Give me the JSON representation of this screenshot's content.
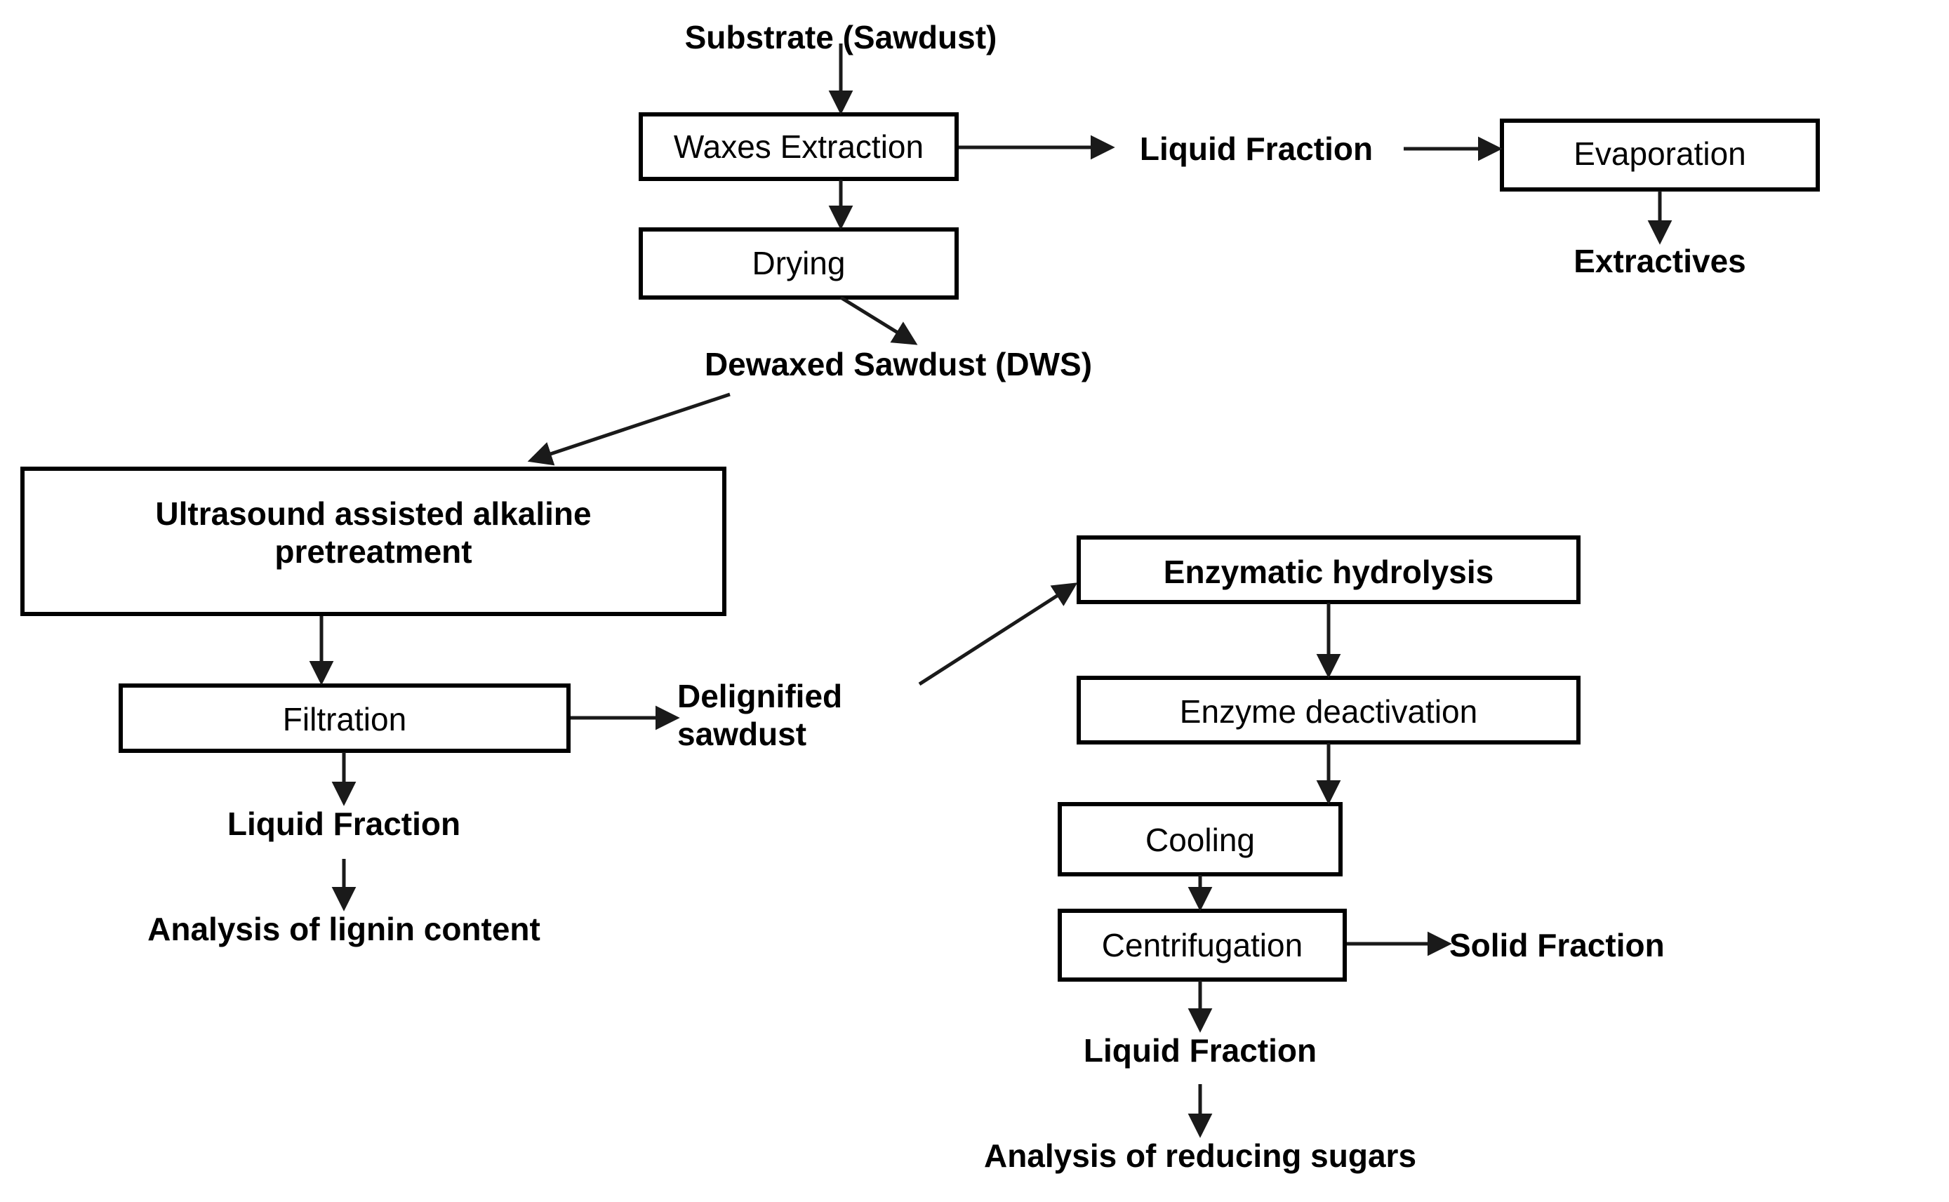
{
  "diagram": {
    "title": "Sawdust biorefinery process flow diagram",
    "background_color": "#ffffff",
    "line_color": "#1a1a1a",
    "box_stroke_color": "#000000",
    "box_fill_color": "#ffffff",
    "text_color": "#000000"
  },
  "nodes": {
    "substrate": {
      "label": "Substrate (Sawdust)",
      "style": "free-bold"
    },
    "waxes_extraction": {
      "label": "Waxes Extraction",
      "style": "box-regular"
    },
    "liquid_fraction_top": {
      "label": "Liquid Fraction",
      "style": "free-bold"
    },
    "evaporation": {
      "label": "Evaporation",
      "style": "box-regular"
    },
    "extractives": {
      "label": "Extractives",
      "style": "free-bold"
    },
    "drying": {
      "label": "Drying",
      "style": "box-regular"
    },
    "dewaxed_sawdust": {
      "label": "Dewaxed Sawdust (DWS)",
      "style": "free-bold"
    },
    "ultrasound_pretreatment": {
      "label": "Ultrasound assisted alkaline\npretreatment",
      "style": "box-bold"
    },
    "filtration": {
      "label": "Filtration",
      "style": "box-regular"
    },
    "delignified_sawdust": {
      "label": "Delignified\nsawdust",
      "style": "free-bold"
    },
    "liquid_fraction_left": {
      "label": "Liquid Fraction",
      "style": "free-bold"
    },
    "analysis_lignin": {
      "label": "Analysis of lignin content",
      "style": "free-bold"
    },
    "enzymatic_hydrolysis": {
      "label": "Enzymatic hydrolysis",
      "style": "box-bold"
    },
    "enzyme_deactivation": {
      "label": "Enzyme deactivation",
      "style": "box-regular"
    },
    "cooling": {
      "label": "Cooling",
      "style": "box-regular"
    },
    "centrifugation": {
      "label": "Centrifugation",
      "style": "box-regular"
    },
    "solid_fraction": {
      "label": "Solid Fraction",
      "style": "free-bold"
    },
    "liquid_fraction_right": {
      "label": "Liquid Fraction",
      "style": "free-bold"
    },
    "analysis_sugars": {
      "label": "Analysis of reducing sugars",
      "style": "free-bold"
    }
  },
  "edges": [
    {
      "from": "substrate",
      "to": "waxes_extraction",
      "direction": "down"
    },
    {
      "from": "waxes_extraction",
      "to": "liquid_fraction_top",
      "direction": "right"
    },
    {
      "from": "liquid_fraction_top",
      "to": "evaporation",
      "direction": "right"
    },
    {
      "from": "evaporation",
      "to": "extractives",
      "direction": "down"
    },
    {
      "from": "waxes_extraction",
      "to": "drying",
      "direction": "down"
    },
    {
      "from": "drying",
      "to": "dewaxed_sawdust",
      "direction": "diagonal-down-right"
    },
    {
      "from": "dewaxed_sawdust",
      "to": "ultrasound_pretreatment",
      "direction": "diagonal-down-left"
    },
    {
      "from": "ultrasound_pretreatment",
      "to": "filtration",
      "direction": "down"
    },
    {
      "from": "filtration",
      "to": "delignified_sawdust",
      "direction": "right"
    },
    {
      "from": "filtration",
      "to": "liquid_fraction_left",
      "direction": "down"
    },
    {
      "from": "liquid_fraction_left",
      "to": "analysis_lignin",
      "direction": "down"
    },
    {
      "from": "delignified_sawdust",
      "to": "enzymatic_hydrolysis",
      "direction": "diagonal-up-right"
    },
    {
      "from": "enzymatic_hydrolysis",
      "to": "enzyme_deactivation",
      "direction": "down"
    },
    {
      "from": "enzyme_deactivation",
      "to": "cooling",
      "direction": "down"
    },
    {
      "from": "cooling",
      "to": "centrifugation",
      "direction": "down"
    },
    {
      "from": "centrifugation",
      "to": "solid_fraction",
      "direction": "right"
    },
    {
      "from": "centrifugation",
      "to": "liquid_fraction_right",
      "direction": "down"
    },
    {
      "from": "liquid_fraction_right",
      "to": "analysis_sugars",
      "direction": "down"
    }
  ]
}
